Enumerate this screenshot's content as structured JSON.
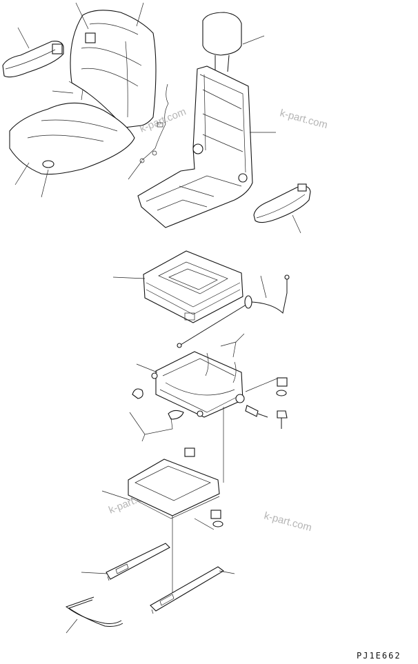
{
  "drawing_code": "PJ1E662",
  "watermarks": [
    "k-part.com",
    "k-part.com",
    "k-part.com",
    "k-part.com"
  ],
  "colors": {
    "line": "#111111",
    "watermark": "#b5b5b5",
    "background": "#ffffff"
  }
}
